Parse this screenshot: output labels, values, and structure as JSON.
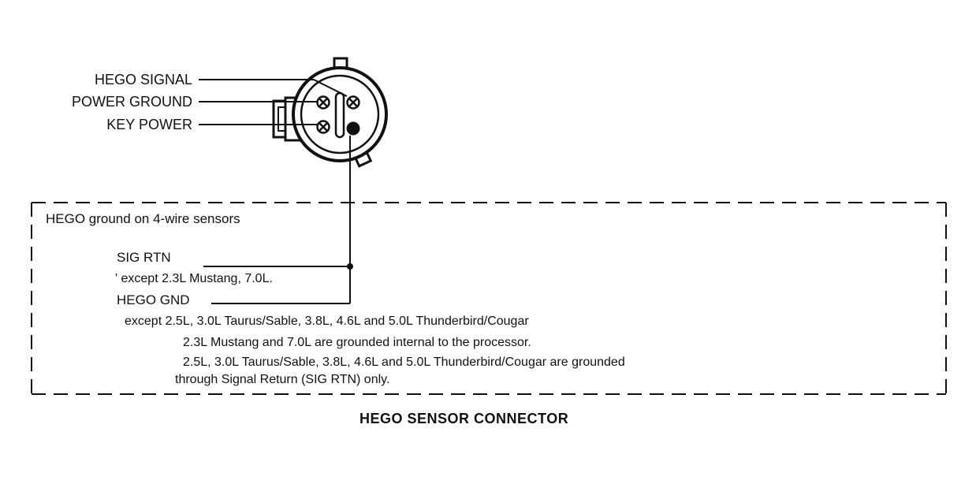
{
  "connector": {
    "hego_signal": "HEGO SIGNAL",
    "power_ground": "POWER GROUND",
    "key_power": "KEY POWER"
  },
  "box": {
    "heading": "HEGO ground on 4-wire sensors",
    "sig_rtn": "SIG RTN",
    "sig_rtn_note": "' except  2.3L Mustang, 7.0L.",
    "hego_gnd": "HEGO GND",
    "hego_gnd_note": "except 2.5L, 3.0L Taurus/Sable, 3.8L, 4.6L and 5.0L Thunderbird/Cougar",
    "footnote_1": "2.3L Mustang and 7.0L are grounded internal to the processor.",
    "footnote_2": "2.5L, 3.0L Taurus/Sable, 3.8L, 4.6L and 5.0L Thunderbird/Cougar are grounded",
    "footnote_3": "through Signal Return (SIG RTN) only."
  },
  "caption": "HEGO SENSOR CONNECTOR"
}
